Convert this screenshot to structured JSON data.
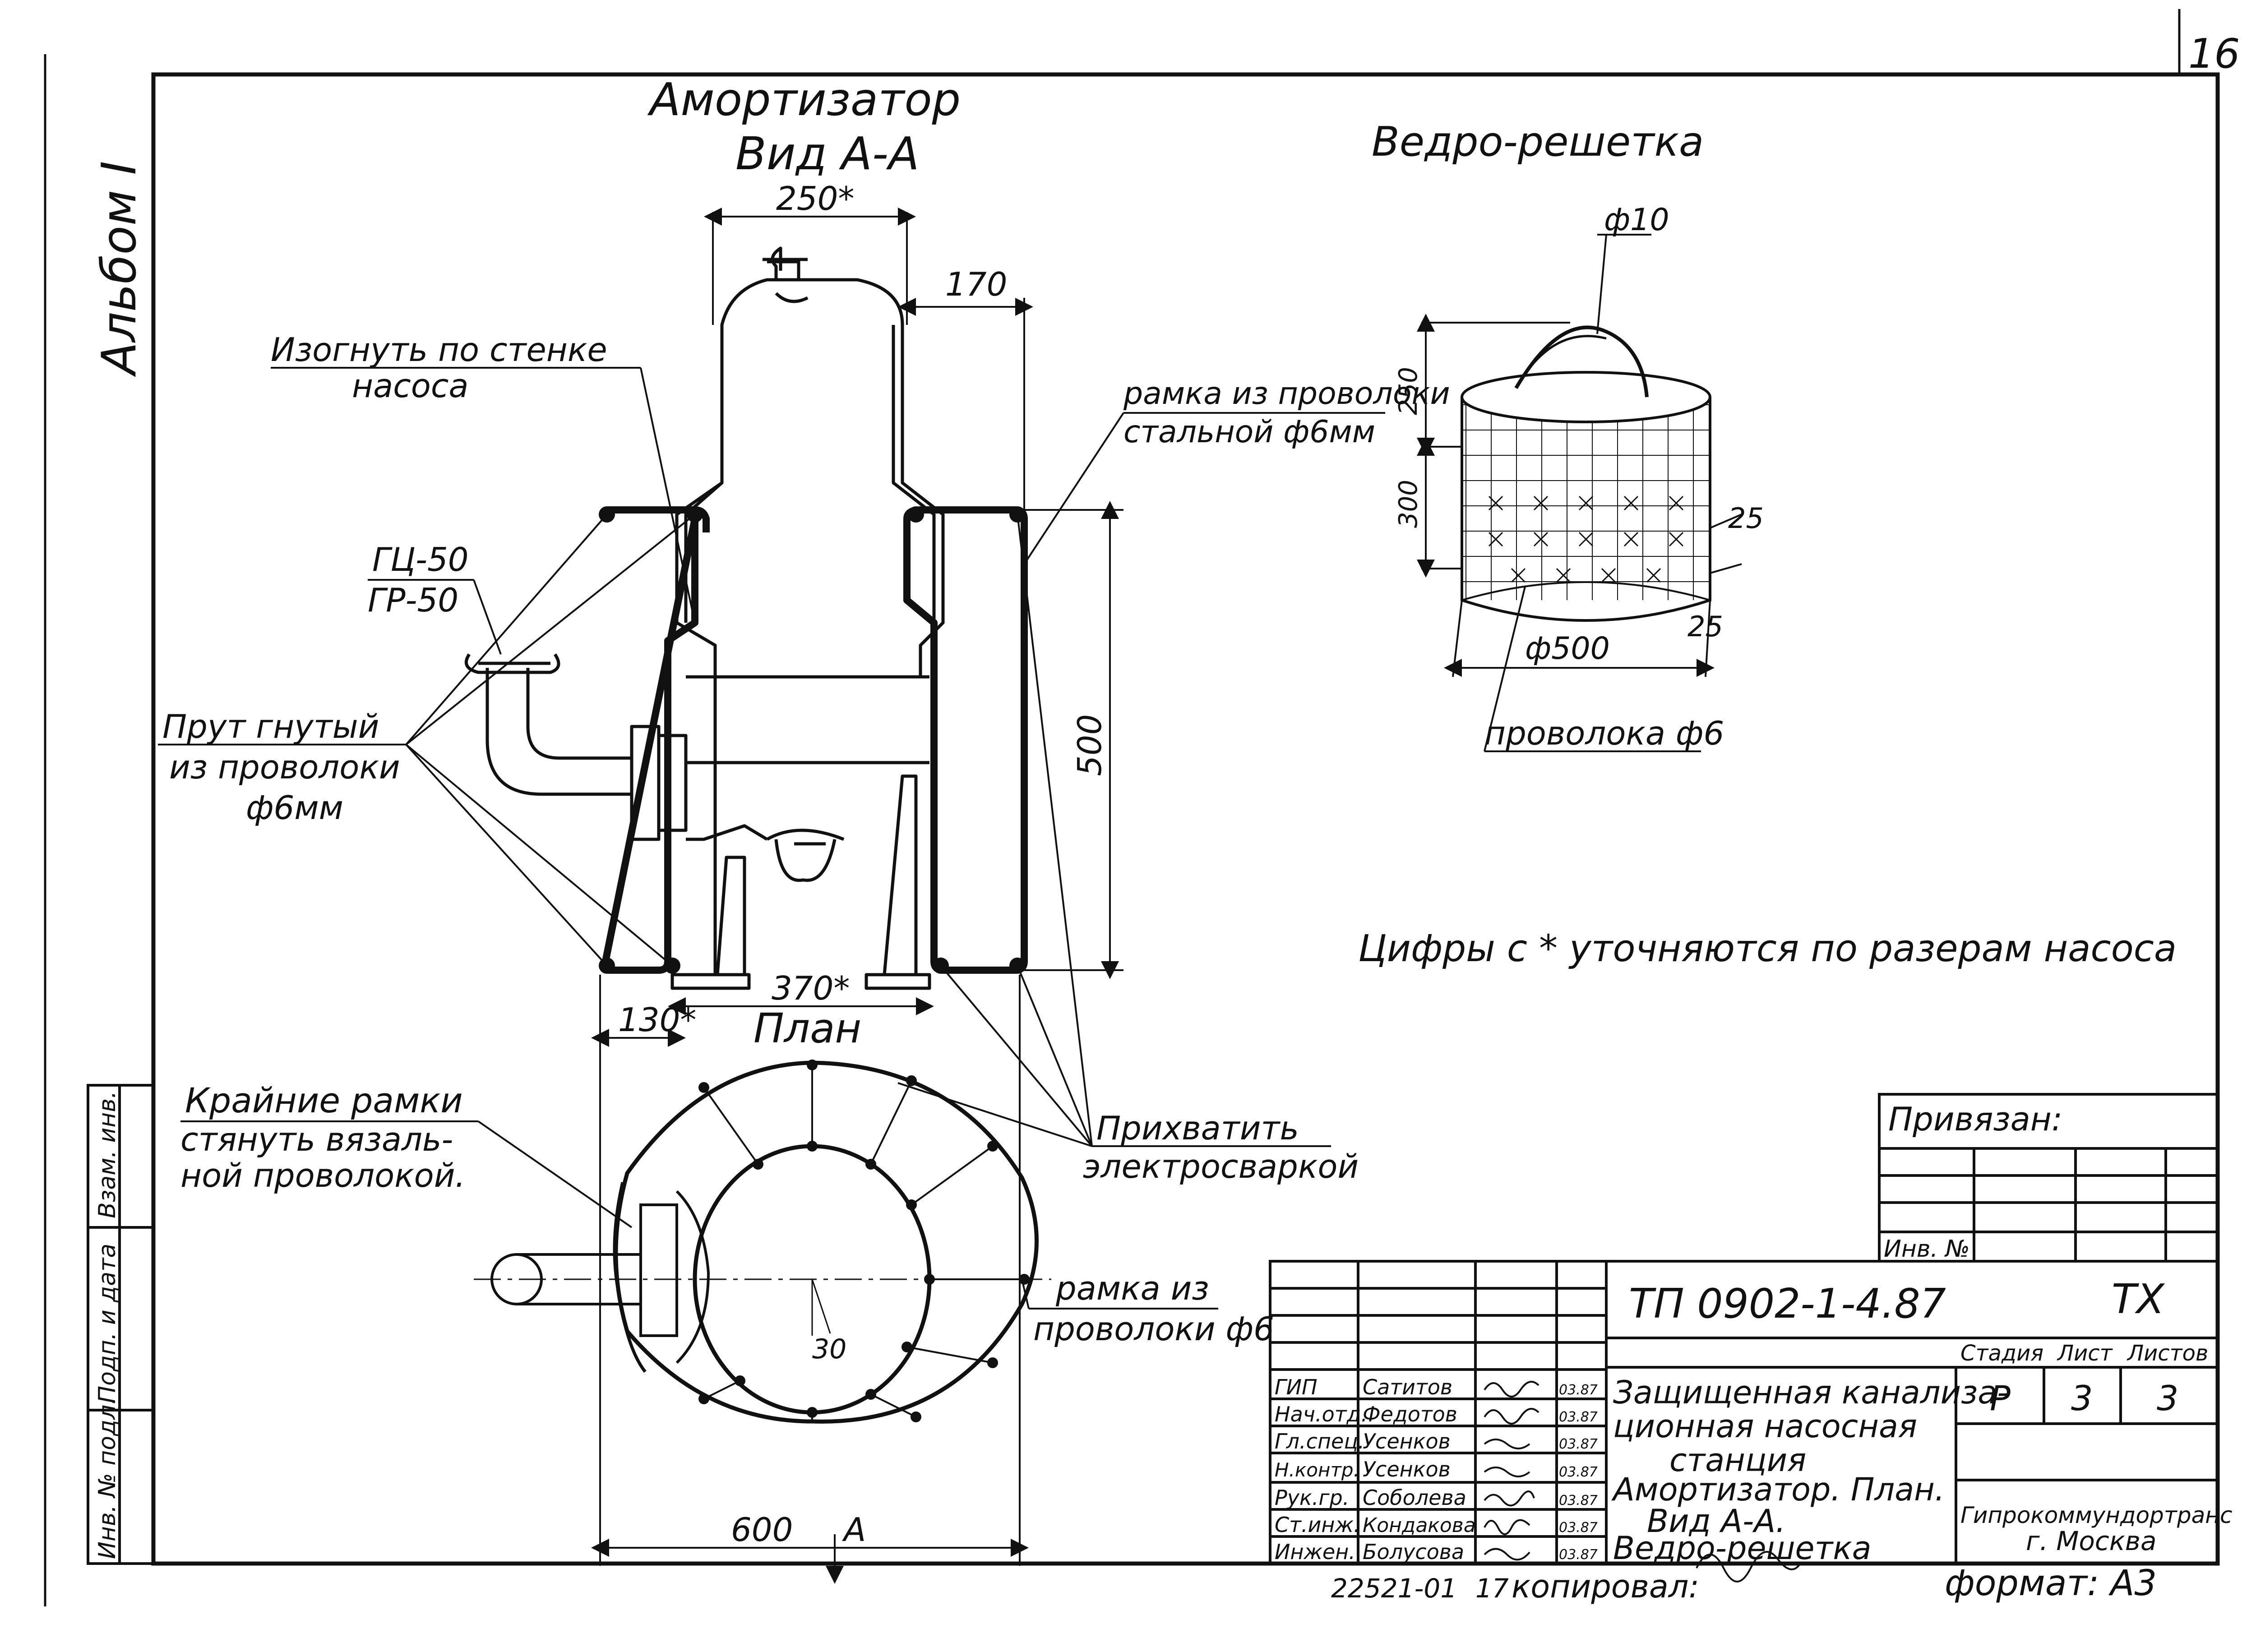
{
  "sheet": {
    "page_number": "16",
    "album": "Альбом I",
    "ink_color": "#111111",
    "paper_color": "#ffffff"
  },
  "views": {
    "shock_absorber_title": "Амортизатор",
    "view_aa_title": "Вид А-А",
    "bucket_title": "Ведро-решетка",
    "plan_title": "План",
    "note": "Цифры с * уточняются по разерам насоса"
  },
  "dimensions": {
    "d_250": "250*",
    "d_170": "170",
    "d_500": "500",
    "d_370": "370*",
    "d_130": "130*",
    "d_600": "600",
    "mark_a": "А",
    "d_30": "30",
    "b_phi10": "ф10",
    "b_250": "250",
    "b_300": "300",
    "b_25a": "25",
    "b_25b": "25",
    "b_phi500": "ф500"
  },
  "callouts": {
    "bend_wall_1": "Изогнуть по стенке",
    "bend_wall_2": "насоса",
    "frame_wire_1": "рамка из проволоки",
    "frame_wire_2": "стальной ф6мм",
    "gc50": "ГЦ-50",
    "gr50": "ГР-50",
    "rod_1": "Прут гнутый",
    "rod_2": "из проволоки",
    "rod_3": "ф6мм",
    "outer_frames_1": "Крайние рамки",
    "outer_frames_2": "стянуть вязаль-",
    "outer_frames_3": "ной проволокой.",
    "weld_1": "Прихватить",
    "weld_2": "электросваркой",
    "plan_frame_1": "рамка из",
    "plan_frame_2": "проволоки ф6",
    "bucket_wire": "проволока ф6"
  },
  "side_stamp": {
    "vzam_inv": "Взам. инв.",
    "podp_data": "Подп. и дата",
    "inv_podl": "Инв. № подл."
  },
  "binding": {
    "label": "Привязан:",
    "inv_no": "Инв. №"
  },
  "title_block": {
    "doc_code": "ТП 0902-1-4.87",
    "section": "ТХ",
    "project_1": "Защищенная канализа-",
    "project_2": "ционная насосная",
    "project_3": "станция",
    "sheet_title_1": "Амортизатор. План.",
    "sheet_title_2": "Вид А-А.",
    "sheet_title_3": "Ведро-решетка",
    "stage_header": "Стадия",
    "sheet_header": "Лист",
    "sheets_header": "Листов",
    "stage": "Р",
    "sheet": "3",
    "sheets": "3",
    "org_1": "Гипрокоммундортранс",
    "org_2": "г. Москва",
    "roles": [
      {
        "role": "ГИП",
        "name": "Сатитов",
        "date": "03.87"
      },
      {
        "role": "Нач.отд.",
        "name": "Федотов",
        "date": "03.87"
      },
      {
        "role": "Гл.спец.",
        "name": "Усенков",
        "date": "03.87"
      },
      {
        "role": "Н.контр.",
        "name": "Усенков",
        "date": "03.87"
      },
      {
        "role": "Рук.гр.",
        "name": "Соболева",
        "date": "03.87"
      },
      {
        "role": "Ст.инж.",
        "name": "Кондакова",
        "date": "03.87"
      },
      {
        "role": "Инжен.",
        "name": "Болусова",
        "date": "03.87"
      }
    ]
  },
  "footer": {
    "archive_no": "22521-01",
    "copy_no": "17",
    "copied_by": "копировал:",
    "format": "формат: А3"
  }
}
